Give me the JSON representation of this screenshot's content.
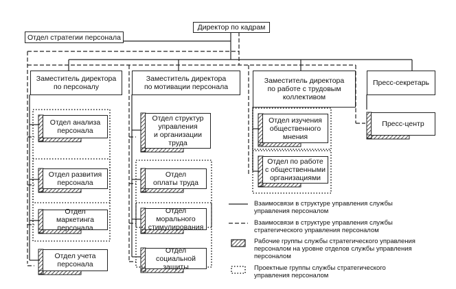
{
  "top": {
    "director": "Директор по кадрам",
    "strategy": "Отдел стратегии персонала"
  },
  "deputies": [
    [
      "Заместитель директора",
      "по персоналу"
    ],
    [
      "Заместитель директора",
      "по мотивации персонала"
    ],
    [
      "Заместитель директора",
      "по работе с трудовым",
      "коллективом"
    ],
    [
      "Пресс-секретарь"
    ]
  ],
  "col1": [
    [
      "Отдел анализа",
      "персонала"
    ],
    [
      "Отдел развития",
      "персонала"
    ],
    [
      "Отдел маркетинга",
      "персонала"
    ],
    [
      "Отдел учета",
      "персонала"
    ]
  ],
  "col2": [
    [
      "Отдел структур",
      "управления",
      "и организации",
      "труда"
    ],
    [
      "Отдел",
      "оплаты труда"
    ],
    [
      "Отдел морального",
      "стимулирования"
    ],
    [
      "Отдел социальной",
      "защиты"
    ]
  ],
  "col3": [
    [
      "Отдел изучения",
      "общественного",
      "мнения"
    ],
    [
      "Отдел по работе",
      "с общественными",
      "организациями"
    ]
  ],
  "col4": [
    [
      "Пресс-центр"
    ]
  ],
  "legend": [
    "Взаимосвязи в структуре управления службы управления персоналом",
    "Взаимосвязи в структуре управления службы стратегического управления персоналом",
    "Рабочие группы службы стратегического управления персоналом на уровне отделов службы управления персоналом",
    "Проектные группы службы стратегического управления персоналом"
  ],
  "legend_lines": [
    [
      "Взаимосвязи в структуре управления службы",
      "управления персоналом"
    ],
    [
      "Взаимосвязи в структуре управления службы",
      "стратегического управления персоналом"
    ],
    [
      "Рабочие группы службы стратегического управления",
      "персоналом на уровне отделов службы управления",
      "персоналом"
    ],
    [
      "Проектные группы службы стратегического",
      "управления персоналом"
    ]
  ]
}
